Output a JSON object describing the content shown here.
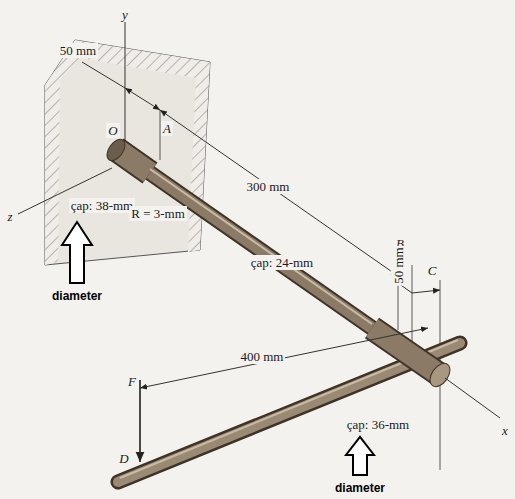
{
  "diagram": {
    "labels": [
      "y",
      "50 mm",
      "O",
      "A",
      "300 mm",
      "z",
      "çap: 38-mm",
      "R = 3-mm",
      "diameter",
      "çap: 24-mm",
      "B",
      "50 mm",
      "C",
      "400 mm",
      "F",
      "D",
      "çap: 36-mm",
      "x",
      "diameter"
    ]
  }
}
